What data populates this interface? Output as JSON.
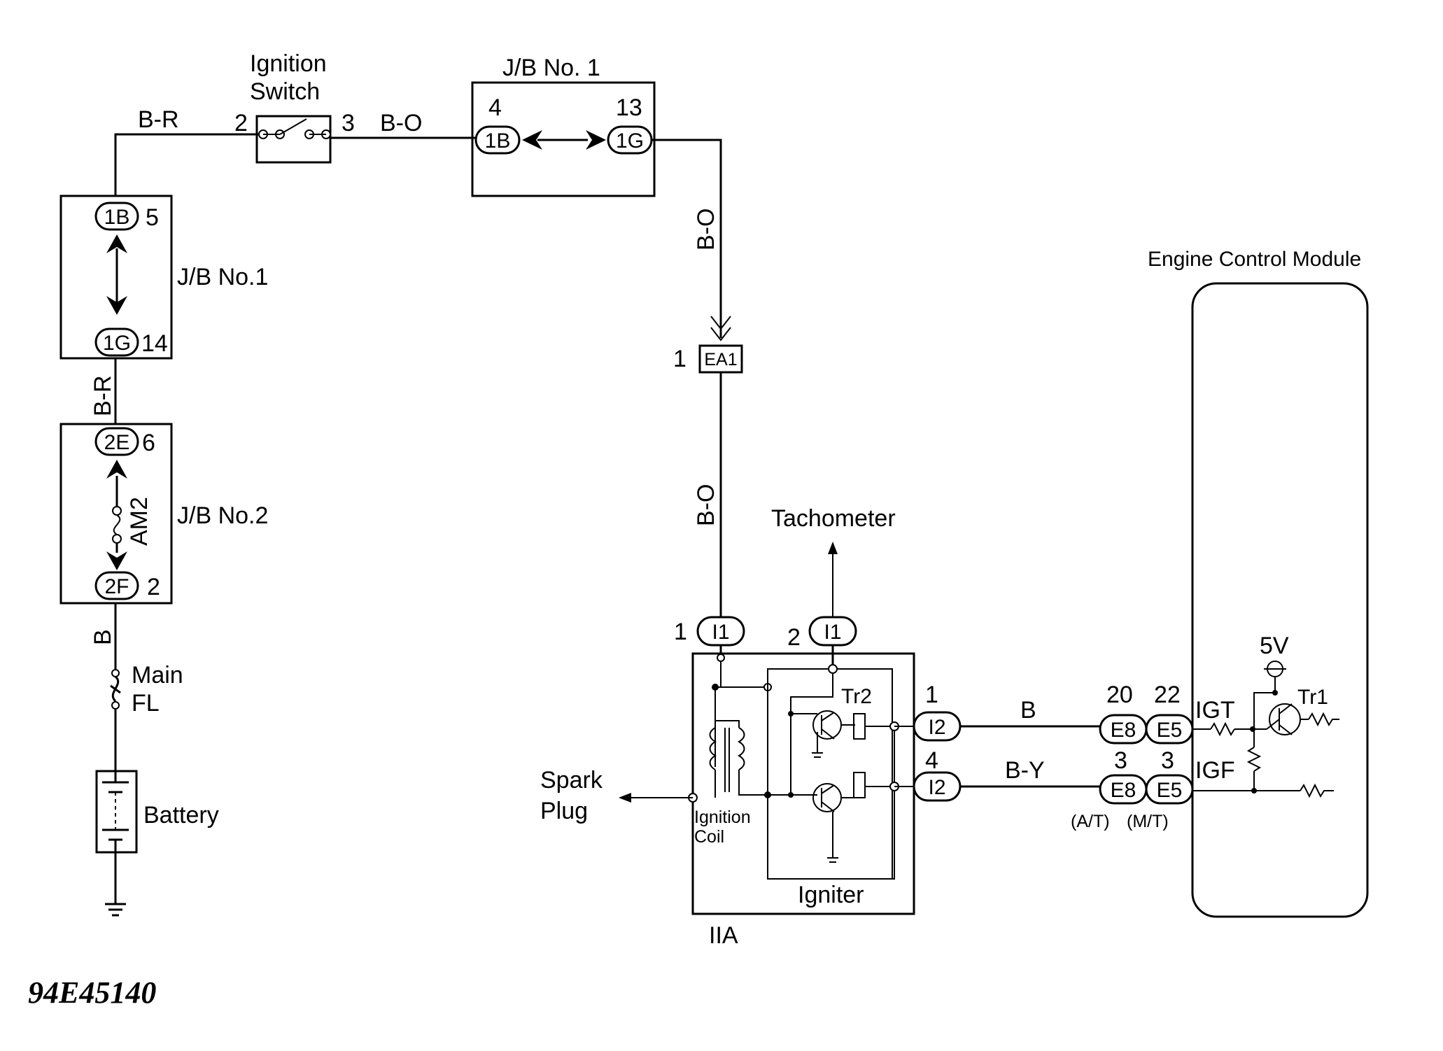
{
  "diagram": {
    "reference": "94E45140",
    "components": {
      "ignition_switch": "Ignition Switch",
      "jb1_top": "J/B No. 1",
      "jb1_left": "J/B No.1",
      "jb2": "J/B No.2",
      "fuse_am2": "AM2",
      "main_fl": "Main FL",
      "battery": "Battery",
      "ecm": "Engine Control Module",
      "tachometer": "Tachometer",
      "spark_plug": "Spark Plug",
      "ignition_coil": "Ignition Coil",
      "igniter": "Igniter",
      "iia": "IIA",
      "tr1": "Tr1",
      "tr2": "Tr2",
      "supply_5v": "5V",
      "igt": "IGT",
      "igf": "IGF",
      "at": "(A/T)",
      "mt": "(M/T)"
    },
    "wires": {
      "br_top": "B-R",
      "bo_top": "B-O",
      "bo_vertical_1": "B-O",
      "bo_vertical_2": "B-O",
      "br_left": "B-R",
      "b_left": "B",
      "b_igt": "B",
      "by_igf": "B-Y"
    },
    "connectors": {
      "jb1_top_left": {
        "code": "1B",
        "pin": "4"
      },
      "jb1_top_right": {
        "code": "1G",
        "pin": "13"
      },
      "jb1_left_top": {
        "code": "1B",
        "pin": "5"
      },
      "jb1_left_bottom": {
        "code": "1G",
        "pin": "14"
      },
      "jb2_top": {
        "code": "2E",
        "pin": "6"
      },
      "jb2_bottom": {
        "code": "2F",
        "pin": "2"
      },
      "ea1": {
        "code": "EA1",
        "pin": "1"
      },
      "i1_left": {
        "code": "I1",
        "pin": "1"
      },
      "i1_right": {
        "code": "I1",
        "pin": "2"
      },
      "i2_top": {
        "code": "I2",
        "pin": "1"
      },
      "i2_bottom": {
        "code": "I2",
        "pin": "4"
      },
      "e8_top": {
        "code": "E8",
        "pin": "20"
      },
      "e5_top": {
        "code": "E5",
        "pin": "22"
      },
      "e8_bottom": {
        "code": "E8",
        "pin": "3"
      },
      "e5_bottom": {
        "code": "E5",
        "pin": "3"
      }
    },
    "switch_pins": {
      "left": "2",
      "right": "3"
    }
  }
}
